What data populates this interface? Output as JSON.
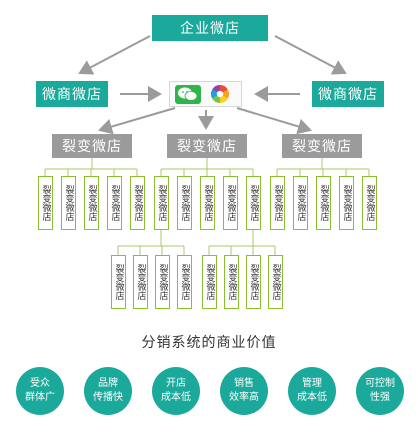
{
  "top": {
    "label": "企业微店"
  },
  "left_node": {
    "label": "微商微店"
  },
  "right_node": {
    "label": "微商微店"
  },
  "split_nodes": [
    {
      "label": "裂变微店"
    },
    {
      "label": "裂变微店"
    },
    {
      "label": "裂变微店"
    }
  ],
  "card_label": "裂变微店",
  "section_title": "分销系统的商业价值",
  "values": [
    {
      "line1": "受众",
      "line2": "群体广"
    },
    {
      "line1": "品牌",
      "line2": "传播快"
    },
    {
      "line1": "开店",
      "line2": "成本低"
    },
    {
      "line1": "销售",
      "line2": "效率高"
    },
    {
      "line1": "管理",
      "line2": "成本低"
    },
    {
      "line1": "可控制",
      "line2": "性强"
    }
  ],
  "colors": {
    "teal": "#1aa99b",
    "gray": "#9b9b9b",
    "card_border": "#8cbf2e"
  },
  "icons": [
    "wechat-icon",
    "aperture-icon"
  ]
}
